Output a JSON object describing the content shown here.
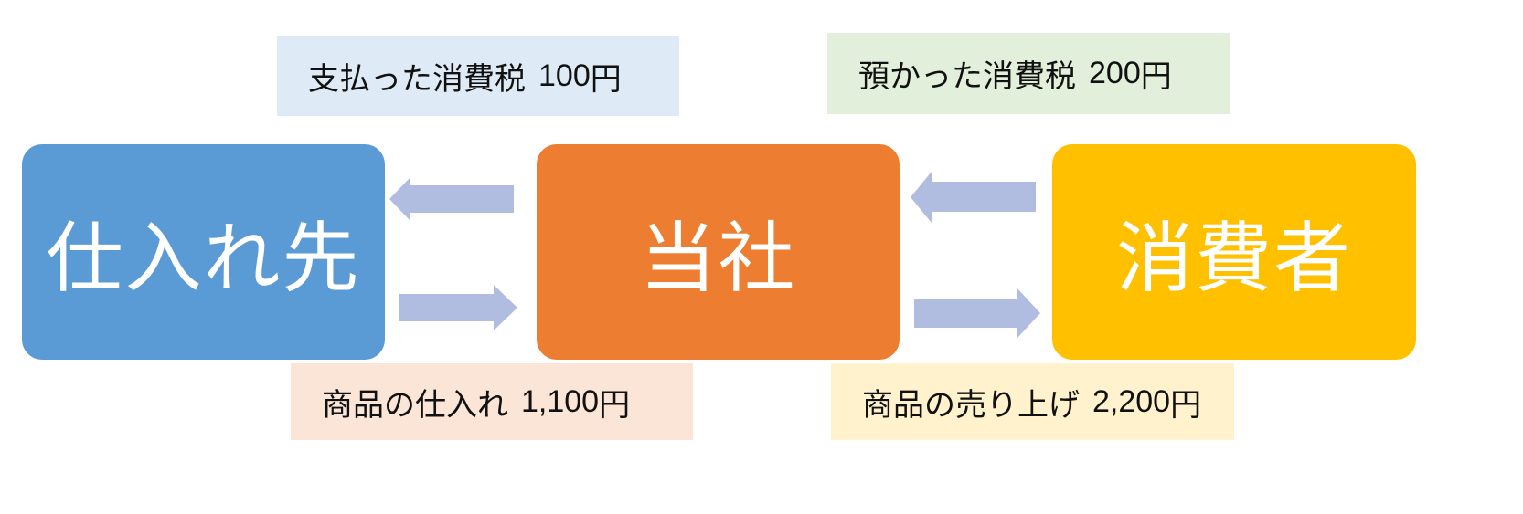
{
  "nodes": {
    "supplier": {
      "label": "仕入れ先",
      "color": "#5b9bd5"
    },
    "company": {
      "label": "当社",
      "color": "#ed7d31"
    },
    "consumer": {
      "label": "消費者",
      "color": "#ffc000"
    }
  },
  "notes": {
    "paid_tax": {
      "text": "支払った消費税",
      "amount": "100",
      "unit": "円",
      "color": "#deebf7"
    },
    "received_tax": {
      "text": "預かった消費税",
      "amount": "200",
      "unit": "円",
      "color": "#e2efda"
    },
    "purchase": {
      "text": "商品の仕入れ",
      "amount": "1,100",
      "unit": "円",
      "color": "#fbe5d6"
    },
    "sales": {
      "text": "商品の売り上げ",
      "amount": "2,200",
      "unit": "円",
      "color": "#fff2cc"
    }
  },
  "arrows": {
    "color": "#b0bde0",
    "items": [
      {
        "from": "company",
        "to": "supplier",
        "direction": "left"
      },
      {
        "from": "supplier",
        "to": "company",
        "direction": "right"
      },
      {
        "from": "consumer",
        "to": "company",
        "direction": "left"
      },
      {
        "from": "company",
        "to": "consumer",
        "direction": "right"
      }
    ]
  }
}
